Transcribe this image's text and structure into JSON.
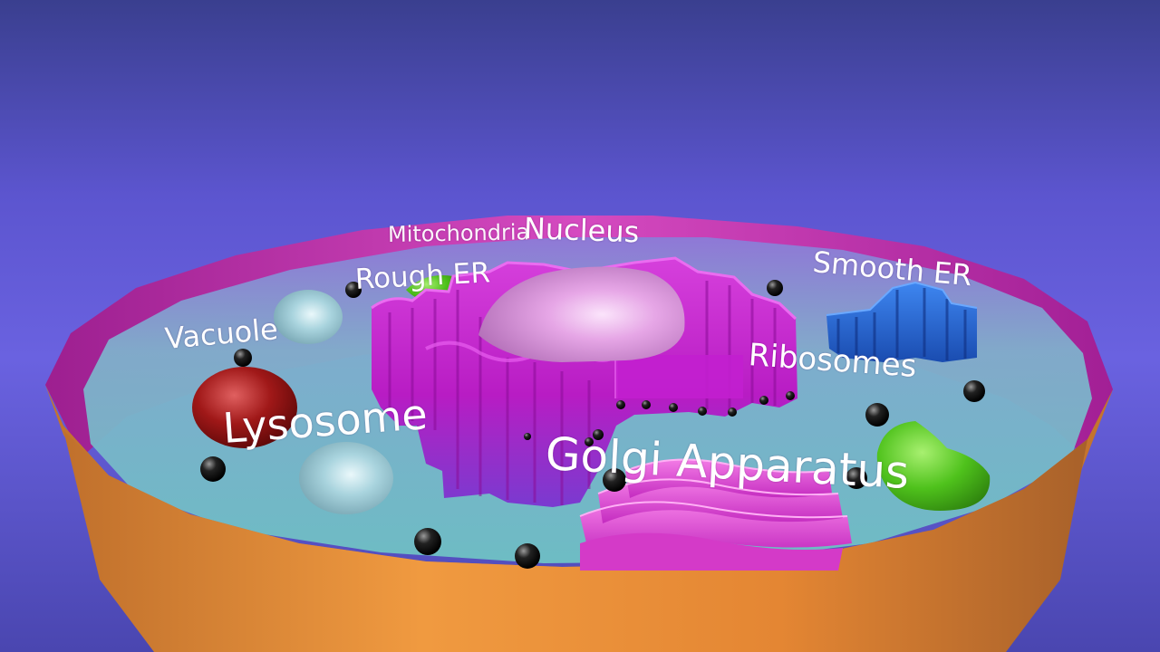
{
  "labels": {
    "mitochondria": "Mitochondria",
    "nucleus": "Nucleus",
    "rough_er": "Rough ER",
    "smooth_er": "Smooth ER",
    "vacuole": "Vacuole",
    "ribosomes": "Ribosomes",
    "lysosome": "Lysosome",
    "golgi": "Golgi Apparatus"
  },
  "colors": {
    "background_top": "#3a3f8f",
    "background_mid": "#6a62e0",
    "cell_wall_outer": "#e98a35",
    "cell_membrane_rim": "#c02aa8",
    "cytoplasm": "#7fc1c6",
    "nucleus": "#e6a6e6",
    "endoplasmic_reticulum": "#c21fcf",
    "smooth_er": "#2a6ad8",
    "lysosome": "#a01818",
    "vacuole": "#a9d4de",
    "mitochondria": "#4fc21c",
    "golgi": "#ef4fe0",
    "ribosome": "#111111"
  }
}
